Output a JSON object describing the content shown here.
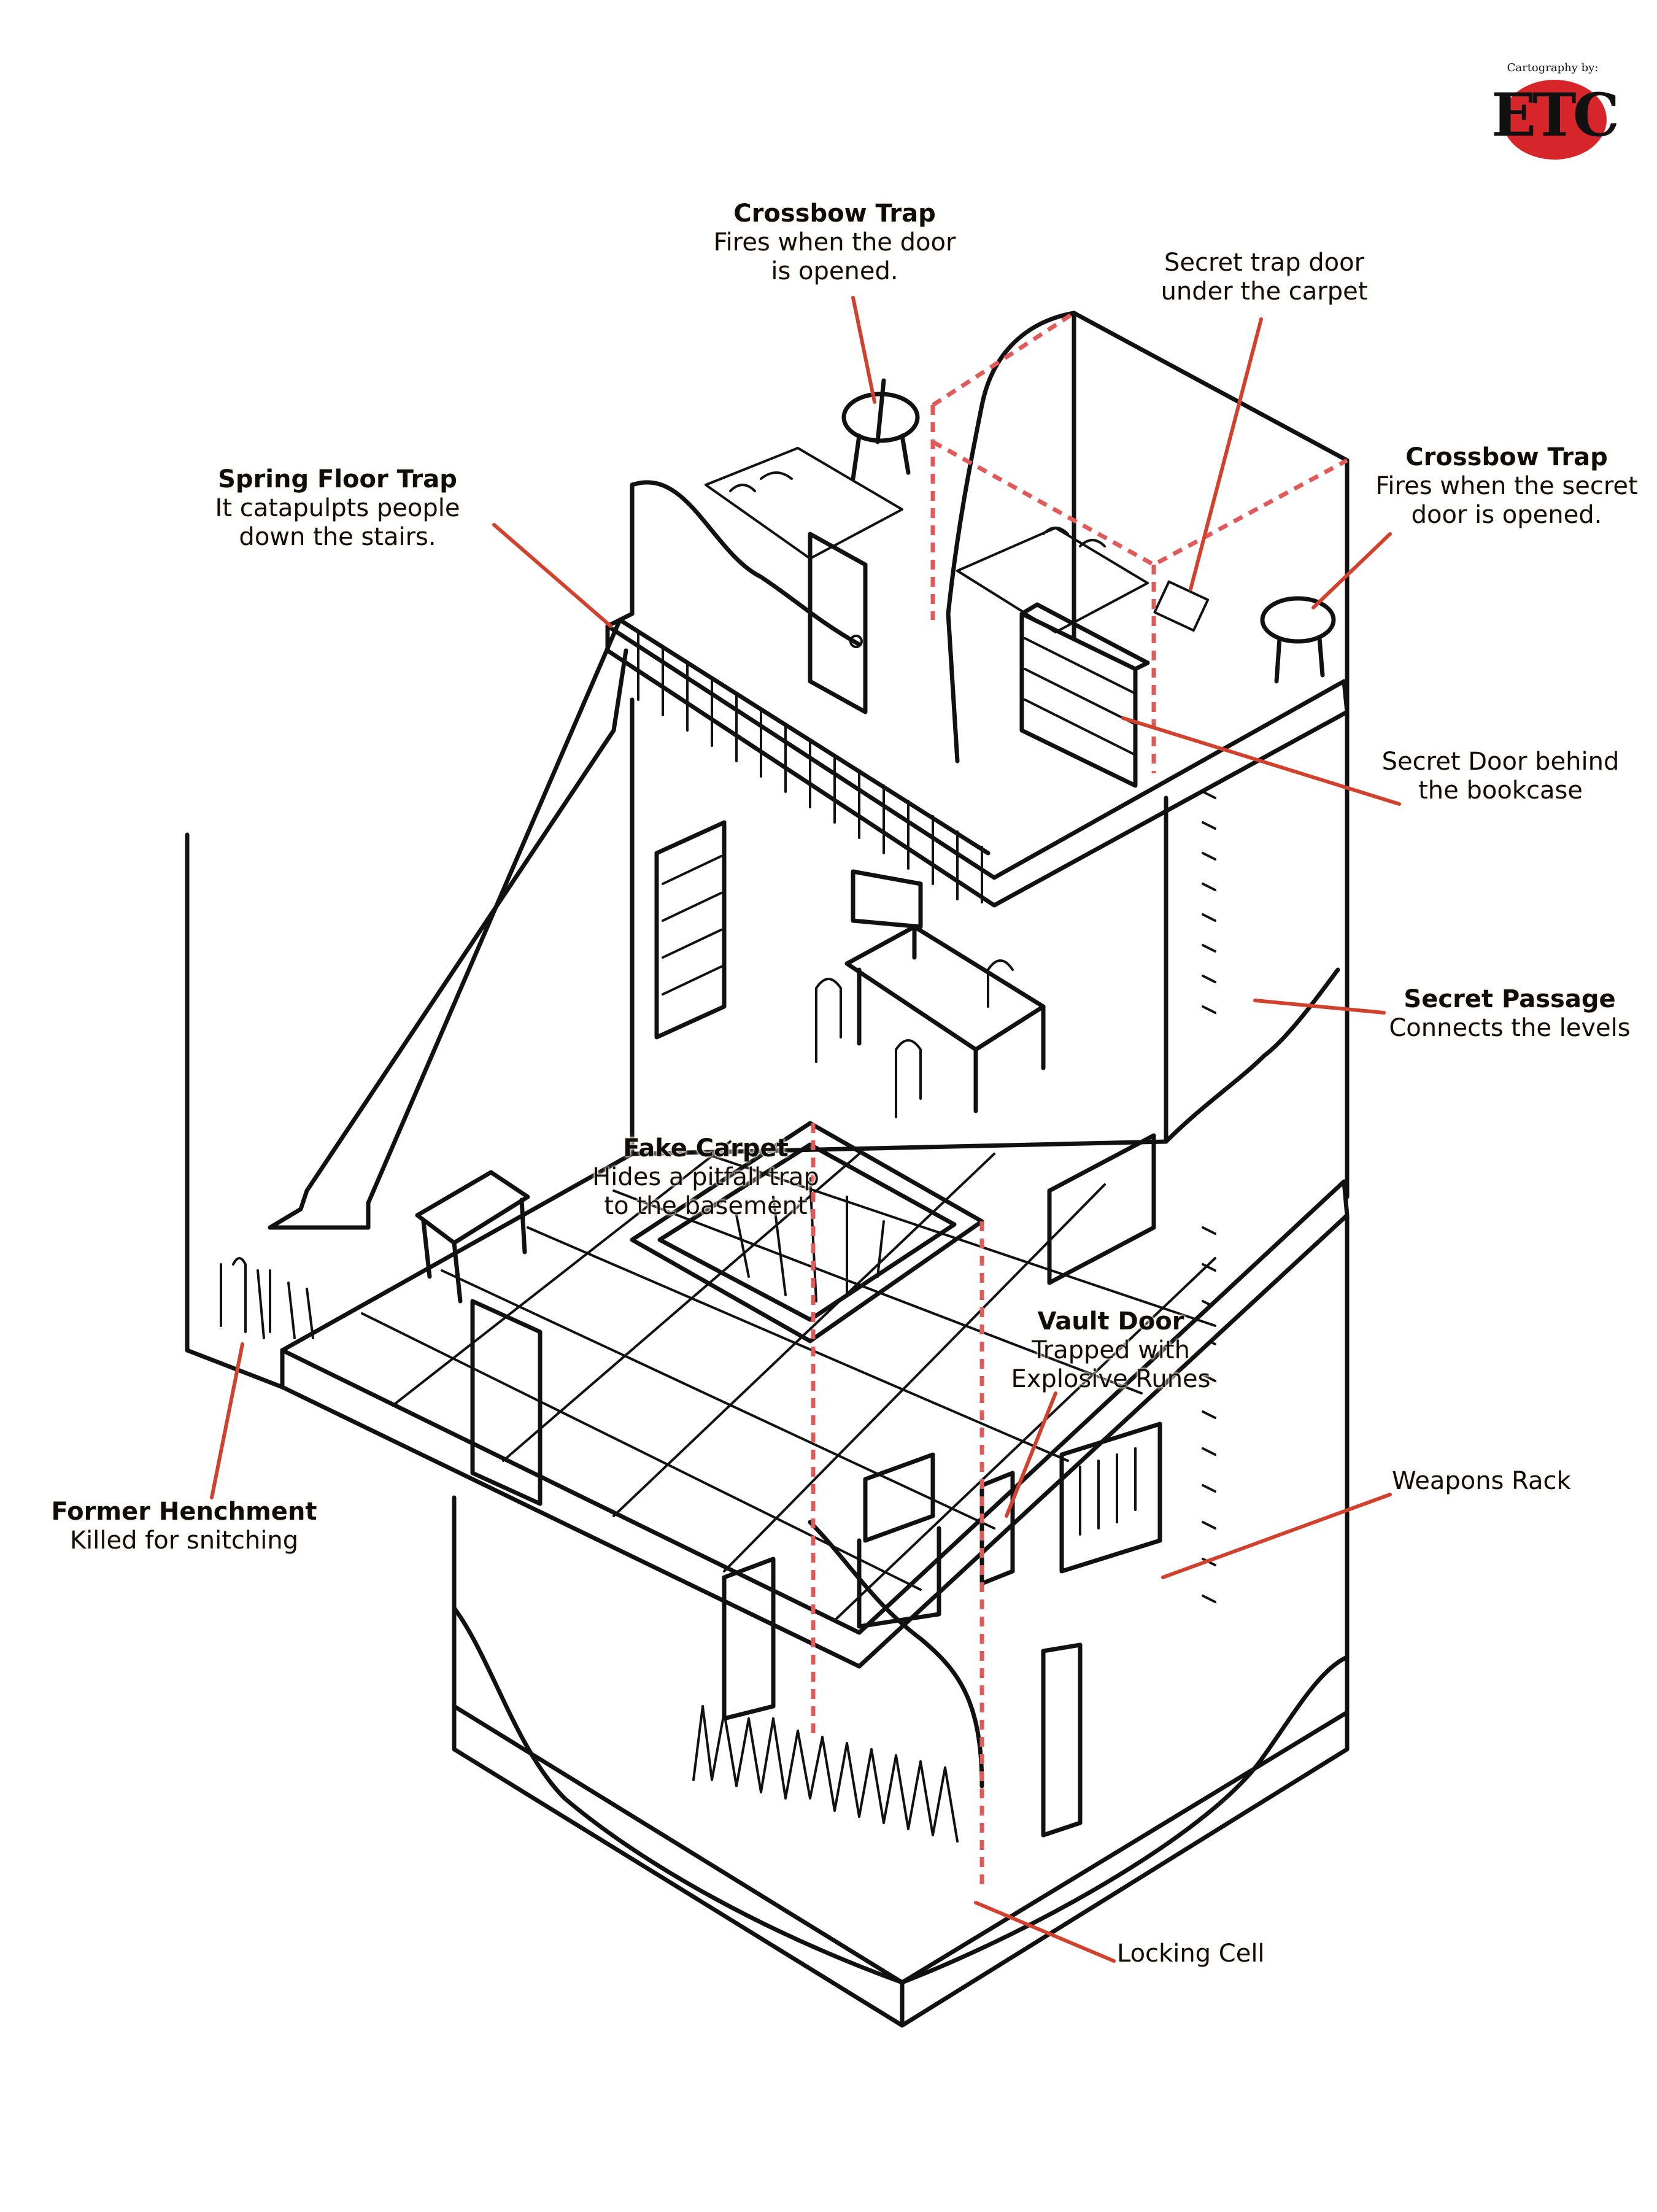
{
  "logo": {
    "caption": "Cartography by:",
    "mark": "ETC",
    "disc_color": "#d6262a"
  },
  "colors": {
    "leader": "#d0412e",
    "secret_path_dashes": "#e05a5a",
    "ink": "#111111",
    "background": "#ffffff"
  },
  "labels": {
    "crossbow_trap_door": {
      "title": "Crossbow Trap",
      "lines": [
        "Fires when the door",
        "is opened."
      ]
    },
    "secret_trap_door": {
      "title": "",
      "lines": [
        "Secret trap door",
        "under the carpet"
      ]
    },
    "crossbow_trap_secret": {
      "title": "Crossbow Trap",
      "lines": [
        "Fires when the secret",
        "door is opened."
      ]
    },
    "spring_floor_trap": {
      "title": "Spring Floor Trap",
      "lines": [
        "It catapulpts people",
        "down the stairs."
      ]
    },
    "secret_door_bookcase": {
      "title": "",
      "lines": [
        "Secret Door behind",
        "the bookcase"
      ]
    },
    "secret_passage": {
      "title": "Secret Passage",
      "lines": [
        "Connects the levels"
      ]
    },
    "fake_carpet": {
      "title": "Fake Carpet",
      "lines": [
        "Hides a pitfall trap",
        "to the basement"
      ]
    },
    "vault_door": {
      "title": "Vault Door",
      "lines": [
        "Trapped with",
        "Explosive Runes"
      ]
    },
    "weapons_rack": {
      "title": "",
      "lines": [
        "Weapons Rack"
      ]
    },
    "former_henchment": {
      "title": "Former Henchment",
      "lines": [
        "Killed for snitching"
      ]
    },
    "locking_cell": {
      "title": "",
      "lines": [
        "Locking Cell"
      ]
    }
  }
}
